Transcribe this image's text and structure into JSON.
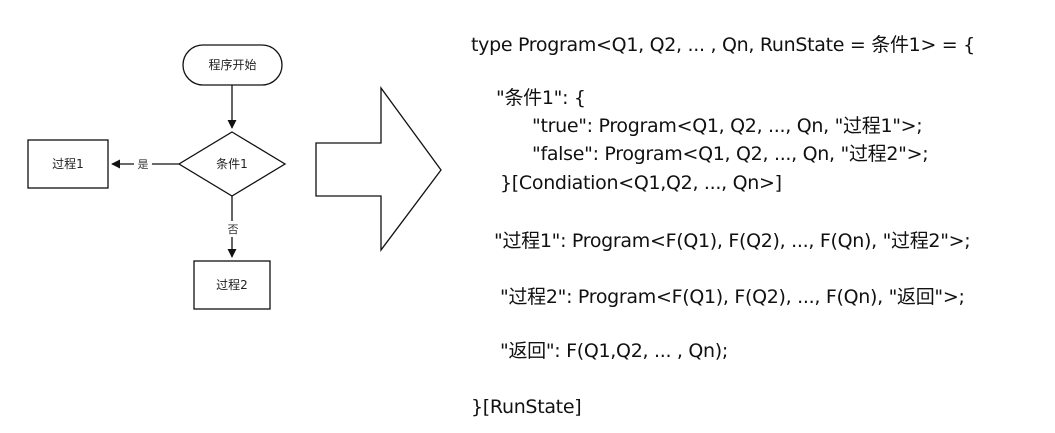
{
  "flowchart": {
    "nodes": {
      "start": "程序开始",
      "condition": "条件1",
      "process1": "过程1",
      "process2": "过程2"
    },
    "edges": {
      "yes": "是",
      "no": "否"
    }
  },
  "code": {
    "lines": [
      "type Program<Q1, Q2, ... , Qn, RunState = 条件1> = {",
      "\"条件1\": {",
      "\"true\": Program<Q1, Q2, ..., Qn, \"过程1\">;",
      "\"false\": Program<Q1, Q2, ..., Qn, \"过程2\">;",
      "}[Condiation<Q1,Q2, ..., Qn>]",
      "\"过程1\": Program<F(Q1), F(Q2), ..., F(Qn), \"过程2\">;",
      "\"过程2\": Program<F(Q1), F(Q2), ..., F(Qn), \"返回\">;",
      "\"返回\": F(Q1,Q2, ... , Qn);",
      "}[RunState]"
    ]
  }
}
